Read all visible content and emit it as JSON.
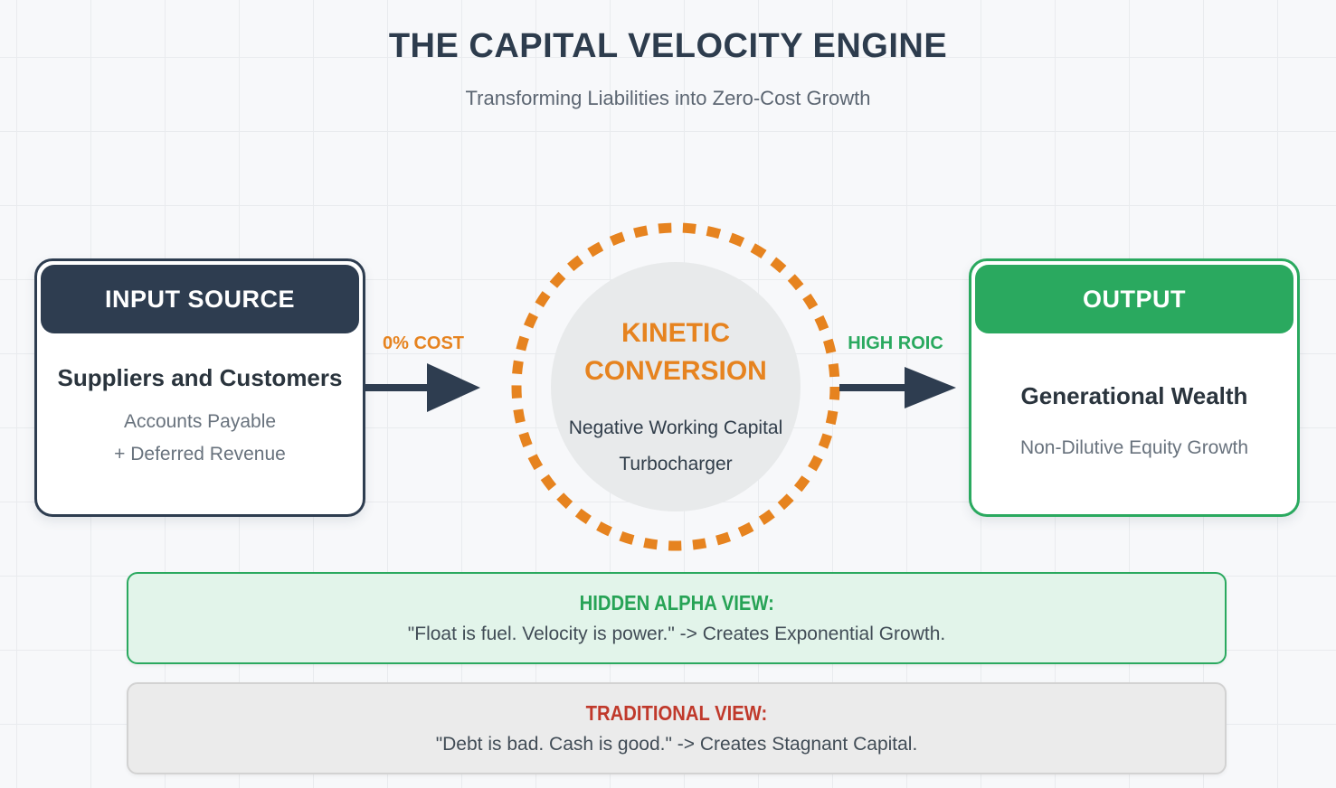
{
  "page": {
    "title": "THE CAPITAL VELOCITY ENGINE",
    "subtitle": "Transforming Liabilities into Zero-Cost Growth"
  },
  "input_box": {
    "header": "INPUT SOURCE",
    "title": "Suppliers and Customers",
    "lines": [
      "Accounts Payable",
      "+ Deferred Revenue"
    ]
  },
  "engine": {
    "title": [
      "KINETIC",
      "CONVERSION"
    ],
    "subtitle": [
      "Negative Working Capital",
      "Turbocharger"
    ]
  },
  "arrows": {
    "input_label": "0% COST",
    "output_label": "HIGH ROIC"
  },
  "output_box": {
    "header": "OUTPUT",
    "title": "Generational Wealth",
    "lines": [
      "Non-Dilutive Equity Growth"
    ]
  },
  "hidden_alpha": {
    "title": "HIDDEN ALPHA VIEW:",
    "text": "\"Float is fuel. Velocity is power.\" -> Creates Exponential Growth."
  },
  "traditional": {
    "title": "TRADITIONAL VIEW:",
    "text": "\"Debt is bad. Cash is good.\" -> Creates Stagnant Capital."
  },
  "colors": {
    "navy": "#2e3d50",
    "orange": "#e6831f",
    "green": "#2aa95f",
    "red": "#c0392b",
    "engine_fill": "#e8eaeb",
    "alpha_bg": "#e2f4ea",
    "traditional_bg": "#ebebeb"
  }
}
